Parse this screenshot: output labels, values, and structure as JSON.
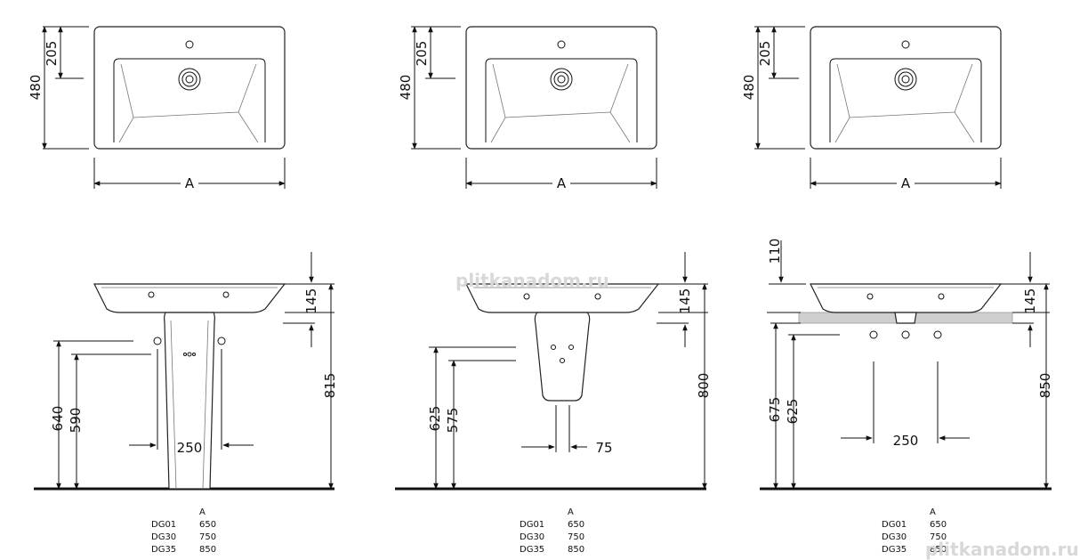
{
  "dimensions": {
    "top_views": [
      {
        "height": "480",
        "tap_offset": "205",
        "width": "A"
      },
      {
        "height": "480",
        "tap_offset": "205",
        "width": "A"
      },
      {
        "height": "480",
        "tap_offset": "205",
        "width": "A"
      }
    ],
    "pedestal_view": {
      "rim": "145",
      "total": "815",
      "pipe_high": "640",
      "pipe_low": "590",
      "spacing": "250"
    },
    "semi_pedestal_view": {
      "rim": "145",
      "total": "800",
      "pipe_high": "625",
      "pipe_low": "575",
      "spacing": "75"
    },
    "wall_view": {
      "top": "110",
      "rim": "145",
      "total": "850",
      "pipe_high": "675",
      "pipe_low": "625",
      "spacing": "250"
    }
  },
  "tables": [
    {
      "header": "A",
      "rows": [
        [
          "DG01",
          "650"
        ],
        [
          "DG30",
          "750"
        ],
        [
          "DG35",
          "850"
        ]
      ]
    },
    {
      "header": "A",
      "rows": [
        [
          "DG01",
          "650"
        ],
        [
          "DG30",
          "750"
        ],
        [
          "DG35",
          "850"
        ]
      ]
    },
    {
      "header": "A",
      "rows": [
        [
          "DG01",
          "650"
        ],
        [
          "DG30",
          "750"
        ],
        [
          "DG35",
          "850"
        ]
      ]
    }
  ],
  "watermarks": [
    "plitkanadom.ru",
    "plitkanadom.ru"
  ]
}
